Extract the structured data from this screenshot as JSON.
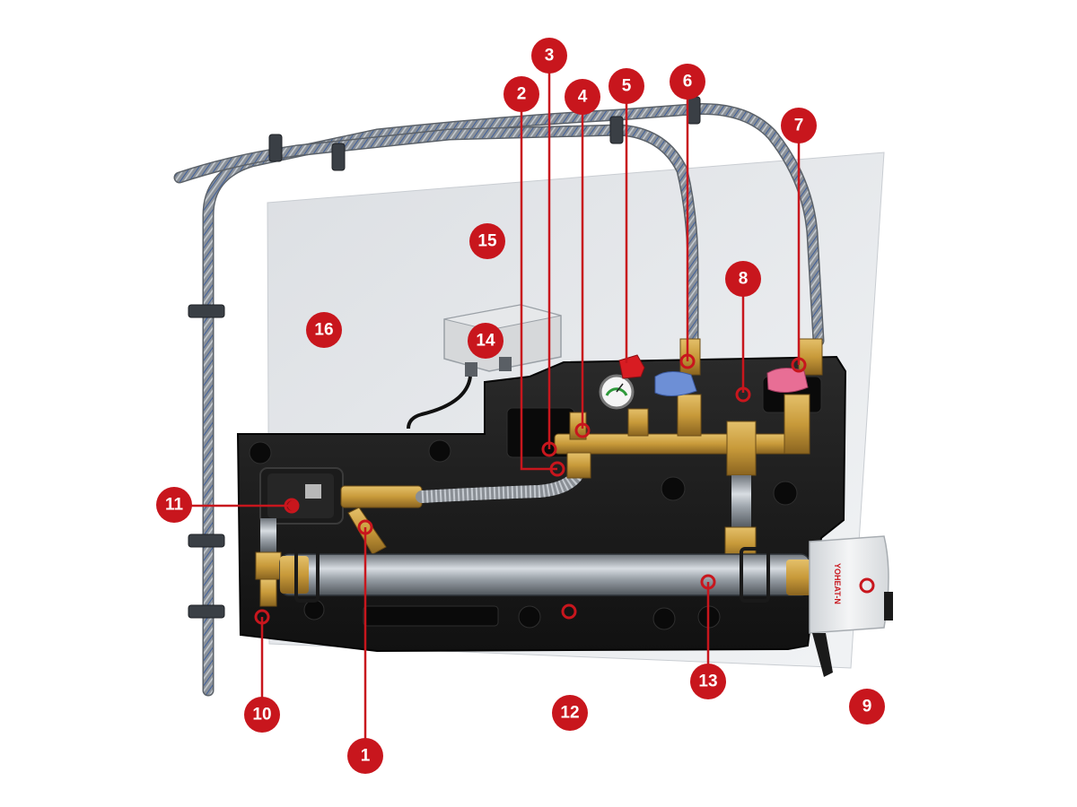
{
  "photo": {
    "colors": {
      "marker_red": "#c8161d",
      "marker_ring": "#c8161d",
      "panel_white": "#e9ecef",
      "foam_black": "#1a1a1a",
      "brass": "#c89a3a",
      "pipe_steel": "#9aa1a8"
    },
    "device_logo": "",
    "heater_brand": "YOHEAT-N"
  },
  "callouts": [
    {
      "id": "callout-1",
      "number": "1"
    },
    {
      "id": "callout-2",
      "number": "2"
    },
    {
      "id": "callout-3",
      "number": "3"
    },
    {
      "id": "callout-4",
      "number": "4"
    },
    {
      "id": "callout-5",
      "number": "5"
    },
    {
      "id": "callout-6",
      "number": "6"
    },
    {
      "id": "callout-7",
      "number": "7"
    },
    {
      "id": "callout-8",
      "number": "8"
    },
    {
      "id": "callout-9",
      "number": "9"
    },
    {
      "id": "callout-10",
      "number": "10"
    },
    {
      "id": "callout-11",
      "number": "11"
    },
    {
      "id": "callout-12",
      "number": "12"
    },
    {
      "id": "callout-13",
      "number": "13"
    },
    {
      "id": "callout-14",
      "number": "14"
    },
    {
      "id": "callout-15",
      "number": "15"
    },
    {
      "id": "callout-16",
      "number": "16"
    }
  ]
}
